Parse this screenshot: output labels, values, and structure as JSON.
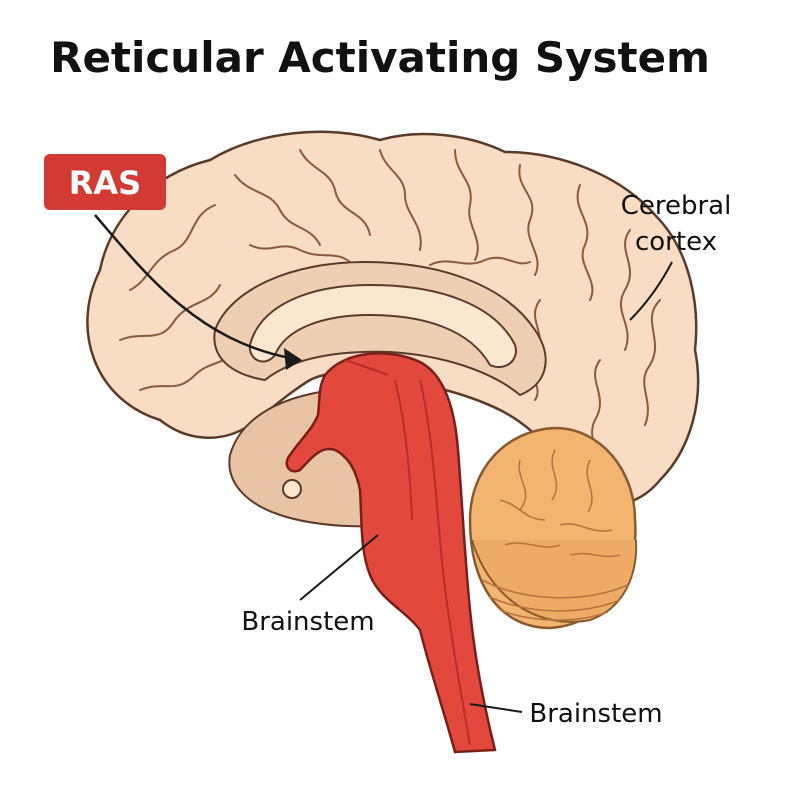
{
  "title": "Reticular Activating System",
  "labels": {
    "ras": "RAS",
    "cortex_line1": "Cerebral",
    "cortex_line2": "cortex",
    "brainstem_upper": "Brainstem",
    "brainstem_lower": "Brainstem"
  },
  "colors": {
    "cortex": "#f8dcc4",
    "inner_region": "#efcfb3",
    "corpus_callosum": "#fbe6d0",
    "diencephalon": "#e8c3a6",
    "brainstem": "#e2483b",
    "brainstem_dark": "#c3342b",
    "cerebellum": "#f2b46f",
    "cerebellum_dark": "#e79c52",
    "outline": "#5a3b2a",
    "ras_badge": "#d23a33",
    "ras_text": "#ffffff",
    "text": "#111111"
  }
}
